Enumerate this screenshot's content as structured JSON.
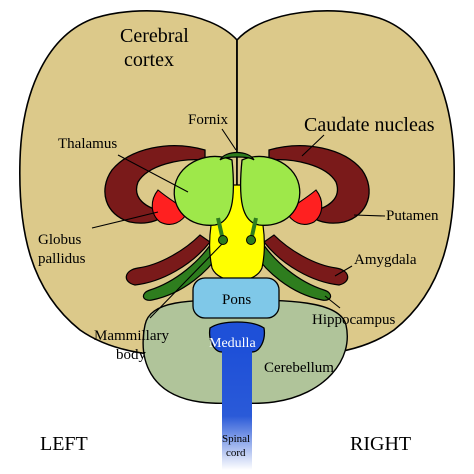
{
  "labels": {
    "cerebral_cortex_line1": "Cerebral",
    "cerebral_cortex_line2": "cortex",
    "fornix": "Fornix",
    "thalamus": "Thalamus",
    "caudate_nucleus": "Caudate nucleas",
    "putamen": "Putamen",
    "globus_pallidus_line1": "Globus",
    "globus_pallidus_line2": "pallidus",
    "amygdala": "Amygdala",
    "pons": "Pons",
    "hippocampus": "Hippocampus",
    "mammillary_body_line1": "Mammillary",
    "mammillary_body_line2": "body",
    "medulla": "Medulla",
    "cerebellum": "Cerebellum",
    "spinal_cord_line1": "Spinal",
    "spinal_cord_line2": "cord",
    "left": "LEFT",
    "right": "RIGHT"
  },
  "colors": {
    "cortex": "#dcc98a",
    "caudate": "#7a1a1a",
    "globus_pallidus": "#ff2020",
    "thalamus": "#9ee84a",
    "hippocampus": "#2e7d1e",
    "third_ventricle": "#ffff00",
    "pons": "#7fc8e8",
    "medulla": "#1e50d8",
    "cerebellum": "#b0c49a"
  }
}
